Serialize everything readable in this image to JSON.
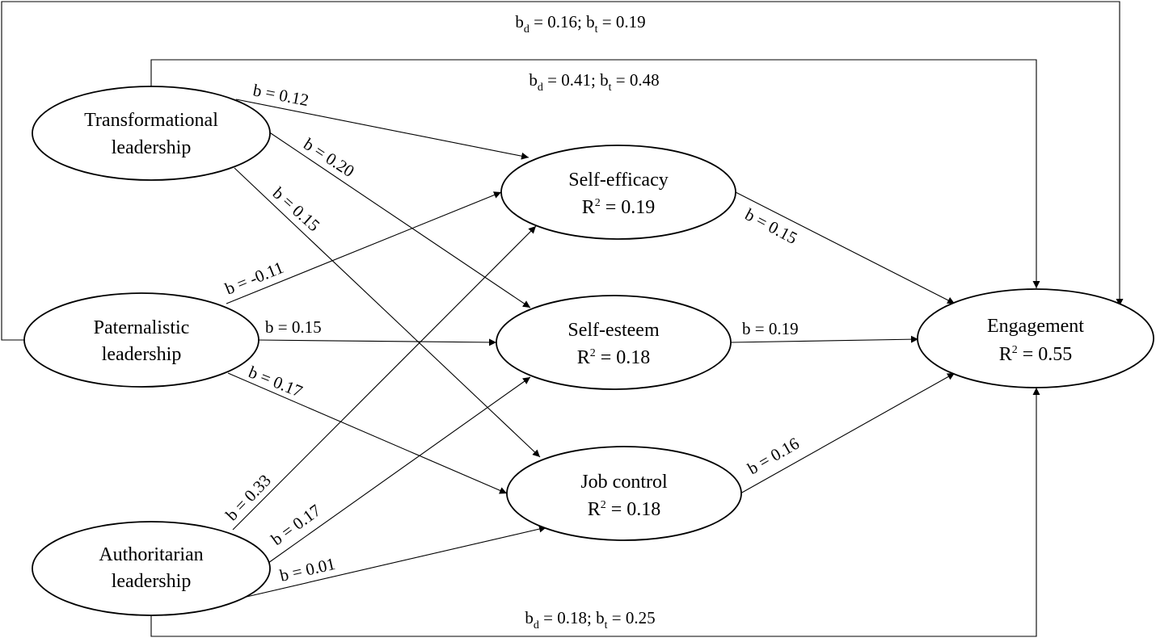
{
  "nodes": {
    "transformational": {
      "line1": "Transformational",
      "line2": "leadership"
    },
    "paternalistic": {
      "line1": "Paternalistic",
      "line2": "leadership"
    },
    "authoritarian": {
      "line1": "Authoritarian",
      "line2": "leadership"
    },
    "self_efficacy": {
      "line1": "Self-efficacy",
      "r2_prefix": "R",
      "r2_sup": "2",
      "r2_value": " = 0.19"
    },
    "self_esteem": {
      "line1": "Self-esteem",
      "r2_prefix": "R",
      "r2_sup": "2",
      "r2_value": " = 0.18"
    },
    "job_control": {
      "line1": "Job control",
      "r2_prefix": "R",
      "r2_sup": "2",
      "r2_value": " = 0.18"
    },
    "engagement": {
      "line1": "Engagement",
      "r2_prefix": "R",
      "r2_sup": "2",
      "r2_value": " = 0.55"
    }
  },
  "path_labels": {
    "tl_se": "b = 0.12",
    "tl_est": "b = 0.20",
    "tl_jc": "b = 0.15",
    "pl_se": "b = -0.11",
    "pl_est": "b = 0.15",
    "pl_jc": "b = 0.17",
    "al_se": "b = 0.33",
    "al_est": "b = 0.17",
    "al_jc": "b = 0.01",
    "se_eng": "b = 0.15",
    "est_eng": "b = 0.19",
    "jc_eng": "b = 0.16"
  },
  "effects": {
    "paternalistic": {
      "d_val": " = 0.16; b",
      "t_val": " = 0.19"
    },
    "transformational": {
      "d_val": " = 0.41; b",
      "t_val": " = 0.48"
    },
    "authoritarian": {
      "d_val": " = 0.18; b",
      "t_val": " = 0.25"
    },
    "b": "b",
    "d": "d",
    "t": "t"
  }
}
